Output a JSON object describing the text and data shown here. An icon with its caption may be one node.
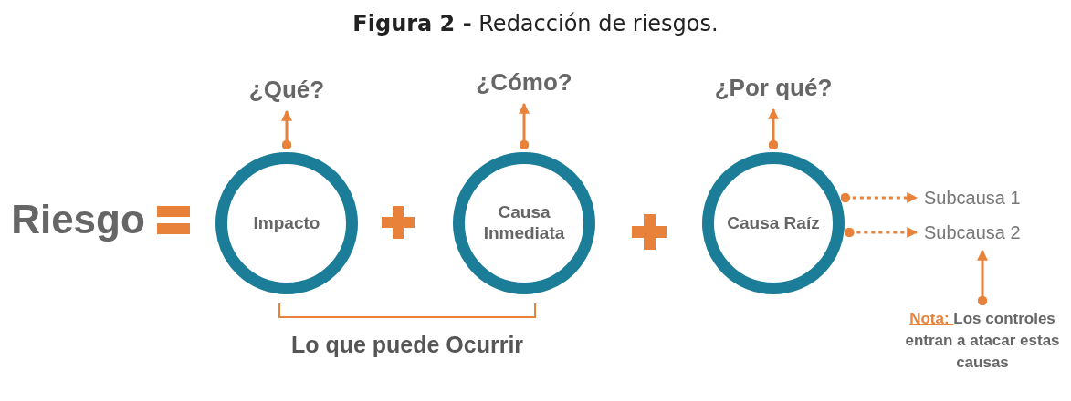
{
  "diagram": {
    "title": "**Figura 2 -** Redacción de riesgos.",
    "nodes": [
      {
        "text": [
          "Riesgo"
        ]
      },
      {
        "text": [
          "Impacto"
        ]
      },
      {
        "text": [
          "Causa Inmediata"
        ]
      },
      {
        "text": [
          "Causa Raíz"
        ]
      },
      {
        "text": [
          "¿Qué?"
        ]
      },
      {
        "text": [
          "¿Cómo?"
        ]
      },
      {
        "text": [
          "¿Por qué?"
        ]
      },
      {
        "text": [
          "Subcausa 1"
        ]
      },
      {
        "text": [
          "Subcausa 2"
        ]
      },
      {
        "text": [
          "Nota:",
          "Los controles entran a atacar estas causas"
        ]
      }
    ],
    "edges": [
      {
        "from": 1,
        "to": 4,
        "arrow": "to"
      },
      {
        "from": 2,
        "to": 5,
        "arrow": "to"
      },
      {
        "from": 3,
        "to": 6,
        "arrow": "to"
      },
      {
        "from": 3,
        "to": 7,
        "arrow": "to",
        "style": "dashed"
      },
      {
        "from": 3,
        "to": 8,
        "arrow": "to",
        "style": "dashed"
      },
      {
        "from": 9,
        "to": 8,
        "arrow": "to"
      }
    ],
    "labels": [
      "Lo que puede Ocurrir"
    ]
  }
}
